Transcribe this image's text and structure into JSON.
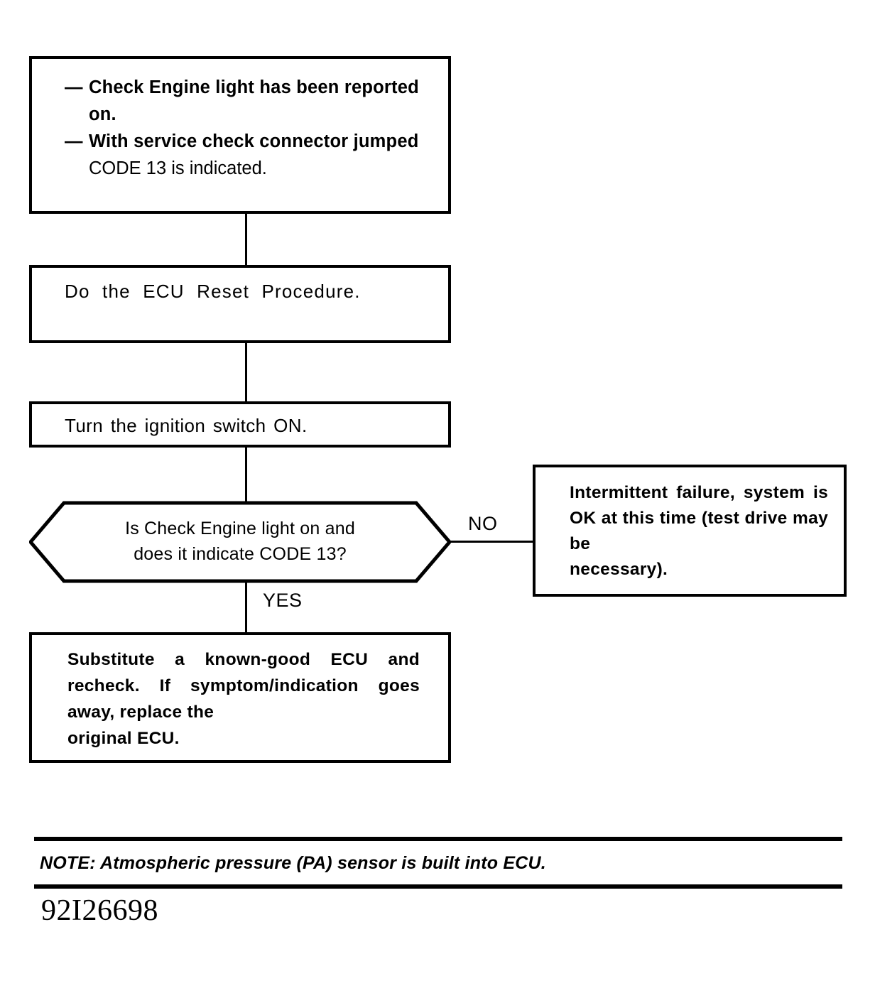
{
  "figure": {
    "id": "92I26698",
    "title": "ECU CODE 13 troubleshooting flowchart"
  },
  "nodes": {
    "symptoms": {
      "type": "process",
      "bullets": [
        {
          "dash": "—",
          "bold_text": "Check Engine light has been reported on.",
          "plain_text": ""
        },
        {
          "dash": "—",
          "bold_text": "With service check connector jumped",
          "plain_text": " CODE 13 is indicated."
        }
      ]
    },
    "ecu_reset": {
      "type": "process",
      "text": "Do the ECU Reset Procedure."
    },
    "ignition": {
      "type": "process",
      "text": "Turn the ignition switch ON."
    },
    "decision": {
      "type": "decision",
      "line1": "Is Check Engine light on and",
      "line2": "does it indicate CODE 13?"
    },
    "intermittent": {
      "type": "terminal",
      "body": "Intermittent failure, system is OK at this time (test drive may be",
      "last_line": "necessary)."
    },
    "substitute": {
      "type": "process",
      "body": "Substitute a known-good ECU and recheck. If symptom/indication goes away, replace the",
      "last_line": "original ECU."
    }
  },
  "branches": {
    "no_label": "NO",
    "yes_label": "YES"
  },
  "note": {
    "text": "NOTE: Atmospheric pressure (PA) sensor is built into ECU."
  },
  "colors": {
    "ink": "#000000",
    "paper": "#ffffff"
  }
}
